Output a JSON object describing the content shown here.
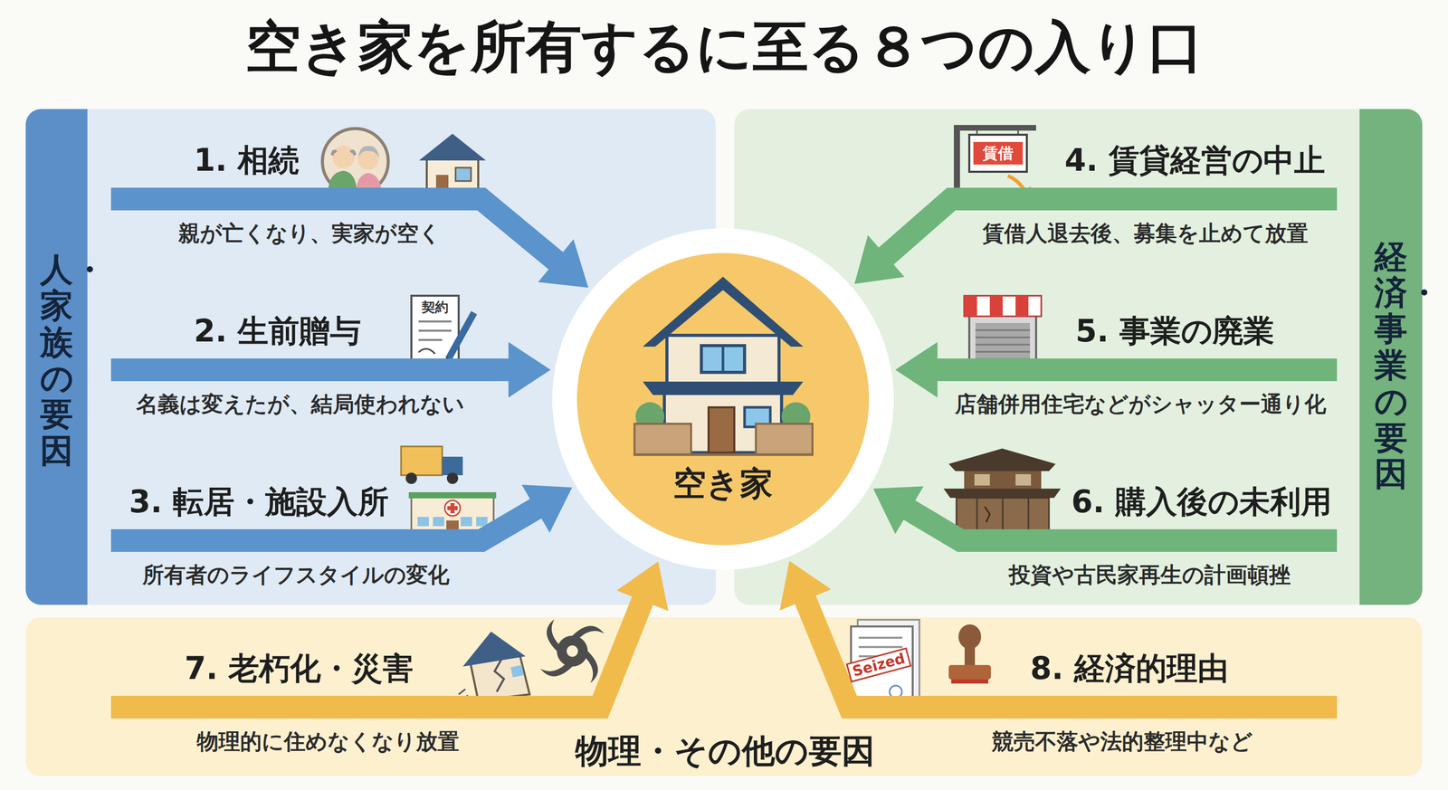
{
  "diagram": {
    "title": "空き家を所有するに至る８つの入り口",
    "nodes": [
      {
        "text": [
          "人・家族の要因"
        ]
      },
      {
        "text": [
          "1. 相続",
          "親が亡くなり、実家が空く"
        ],
        "in": 0
      },
      {
        "text": [
          "2. 生前贈与",
          "名義は変えたが、結局使われない"
        ],
        "in": 0
      },
      {
        "text": [
          "3. 転居・施設入所",
          "所有者のライフスタイルの変化"
        ],
        "in": 0
      },
      {
        "text": [
          "空き家"
        ]
      },
      {
        "text": [
          "経済・事業の要因"
        ]
      },
      {
        "text": [
          "4. 賃貸経営の中止",
          "賃借人退去後、募集を止めて放置"
        ],
        "in": 5
      },
      {
        "text": [
          "5. 事業の廃業",
          "店舗併用住宅などがシャッター通り化"
        ],
        "in": 5
      },
      {
        "text": [
          "6. 購入後の未利用",
          "投資や古民家再生の計画頓挫"
        ],
        "in": 5
      },
      {
        "text": [
          "物理・その他の要因"
        ]
      },
      {
        "text": [
          "7. 老朽化・災害",
          "物理的に住めなくなり放置"
        ],
        "in": 9
      },
      {
        "text": [
          "8. 経済的理由",
          "競売不落や法的整理中など"
        ],
        "in": 9
      }
    ],
    "edges": [
      {
        "from": 1,
        "to": 4,
        "arrow": "to"
      },
      {
        "from": 2,
        "to": 4,
        "arrow": "to"
      },
      {
        "from": 3,
        "to": 4,
        "arrow": "to"
      },
      {
        "from": 6,
        "to": 4,
        "arrow": "to"
      },
      {
        "from": 7,
        "to": 4,
        "arrow": "to"
      },
      {
        "from": 8,
        "to": 4,
        "arrow": "to"
      },
      {
        "from": 10,
        "to": 4,
        "arrow": "to"
      },
      {
        "from": 11,
        "to": 4,
        "arrow": "to"
      }
    ],
    "labels": [
      "契約",
      "賃借",
      "Seized"
    ]
  }
}
